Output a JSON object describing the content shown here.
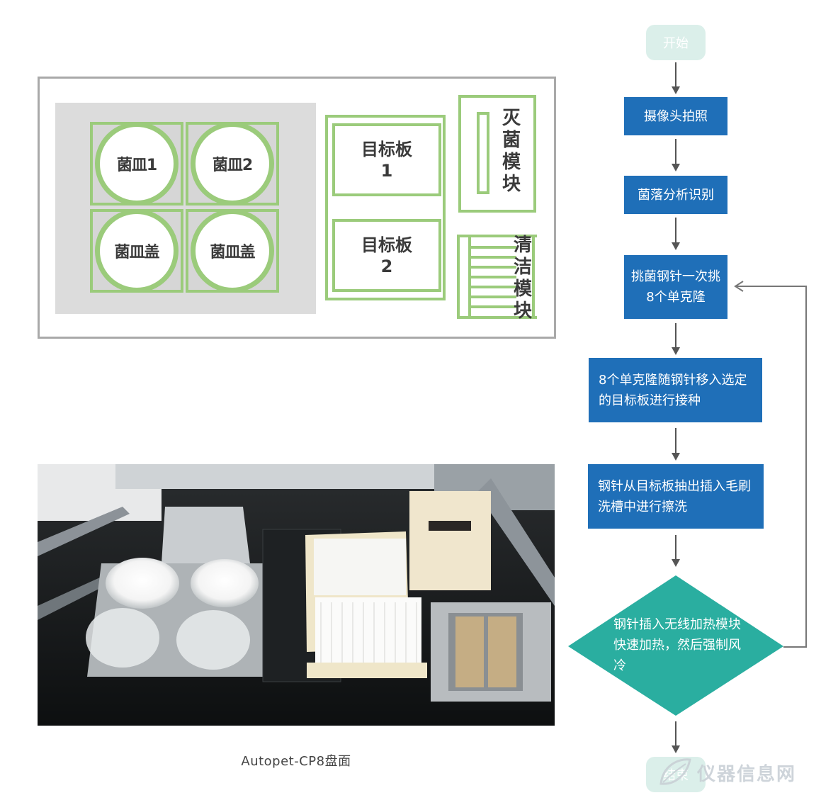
{
  "layout": {
    "dishes": [
      "菌皿1",
      "菌皿2",
      "菌皿盖",
      "菌皿盖"
    ],
    "target_plates": [
      {
        "name": "目标板",
        "number": "1"
      },
      {
        "name": "目标板",
        "number": "2"
      }
    ],
    "sterilize_module": "灭菌模块",
    "clean_module": "清洁模块"
  },
  "photo": {
    "caption": "Autopet-CP8盘面"
  },
  "flowchart": {
    "start": "开始",
    "steps": [
      "摄像头拍照",
      "菌落分析识别",
      "挑菌钢针一次挑8个单克隆",
      "8个单克隆随钢针移入选定的目标板进行接种",
      "钢针从目标板抽出插入毛刷洗槽中进行擦洗"
    ],
    "decision": "钢针插入无线加热模块快速加热，然后强制风冷",
    "end": "结束"
  },
  "colors": {
    "green_outline": "#9bcb7b",
    "process_blue": "#1f6fb8",
    "decision_teal": "#2aaea0",
    "terminal_mint": "#dbefea"
  },
  "watermark": {
    "text": "仪器信息网"
  }
}
